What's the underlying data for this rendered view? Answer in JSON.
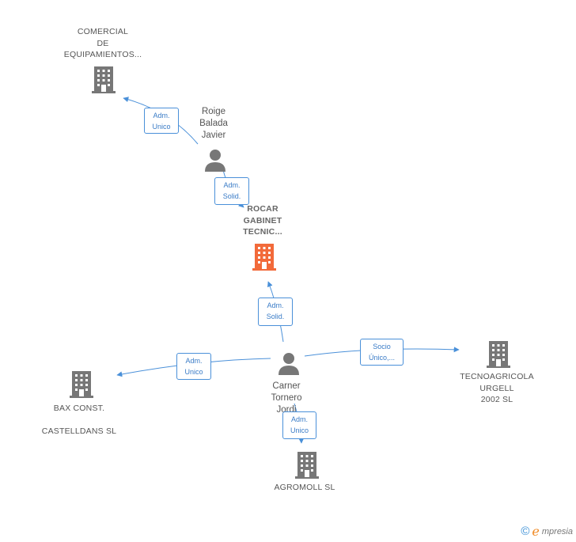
{
  "nodes": {
    "comercial": {
      "label": "COMERCIAL\nDE\nEQUIPAMIENTOS..."
    },
    "roige": {
      "label": "Roige\nBalada\nJavier"
    },
    "rocar": {
      "label": "ROCAR\nGABINET\nTECNIC..."
    },
    "carner": {
      "label": "Carner\nTornero\nJordi"
    },
    "bax": {
      "label": "BAX CONST.\n\nCASTELLDANS SL"
    },
    "tecnoagricola": {
      "label": "TECNOAGRICOLA\nURGELL\n2002 SL"
    },
    "agromoll": {
      "label": "AGROMOLL SL"
    }
  },
  "edges": {
    "roige_comercial": "Adm.\nUnico",
    "roige_rocar": "Adm.\nSolid.",
    "carner_rocar": "Adm.\nSolid.",
    "carner_bax": "Adm.\nUnico",
    "carner_tecno": "Socio\nÚnico,...",
    "carner_agromoll": "Adm.\nUnico"
  },
  "colors": {
    "edge": "#4a90d9",
    "company_icon": "#777777",
    "highlight_icon": "#f26a3a",
    "person_icon": "#777777"
  },
  "footer": {
    "copyright": "©",
    "brand_initial": "e",
    "brand_rest": "mpresia"
  }
}
